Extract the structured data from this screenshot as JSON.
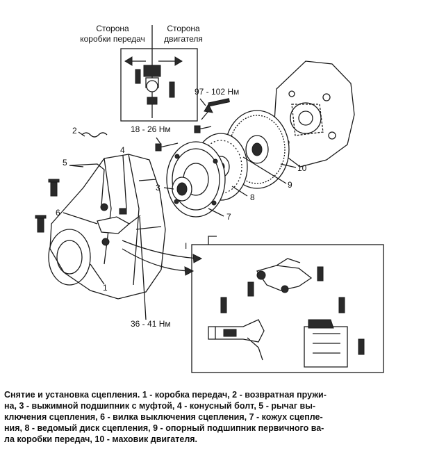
{
  "inset_top": {
    "left_title_1": "Сторона",
    "left_title_2": "коробки передач",
    "right_title_1": "Сторона",
    "right_title_2": "двигателя"
  },
  "torques": {
    "t1": "97 - 102 Нм",
    "t2": "18 - 26 Нм",
    "t3": "36 - 41 Нм"
  },
  "callouts": {
    "n1": "1",
    "n2": "2",
    "n3": "3",
    "n4": "4",
    "n5": "5",
    "n6": "6",
    "n7": "7",
    "n8": "8",
    "n9": "9",
    "n10": "10"
  },
  "detail_marker": "I",
  "caption": {
    "line1": "Снятие и установка сцепления. 1 - коробка передач, 2 - возвратная пружи-",
    "line2": "на, 3 - выжимной подшипник с муфтой, 4 - конусный болт, 5 - рычаг вы-",
    "line3": "ключения сцепления, 6 - вилка выключения сцепления, 7 - кожух сцепле-",
    "line4": "ния, 8 - ведомый диск сцепления, 9 - опорный подшипник первичного ва-",
    "line5": "ла коробки передач, 10 - маховик двигателя."
  }
}
